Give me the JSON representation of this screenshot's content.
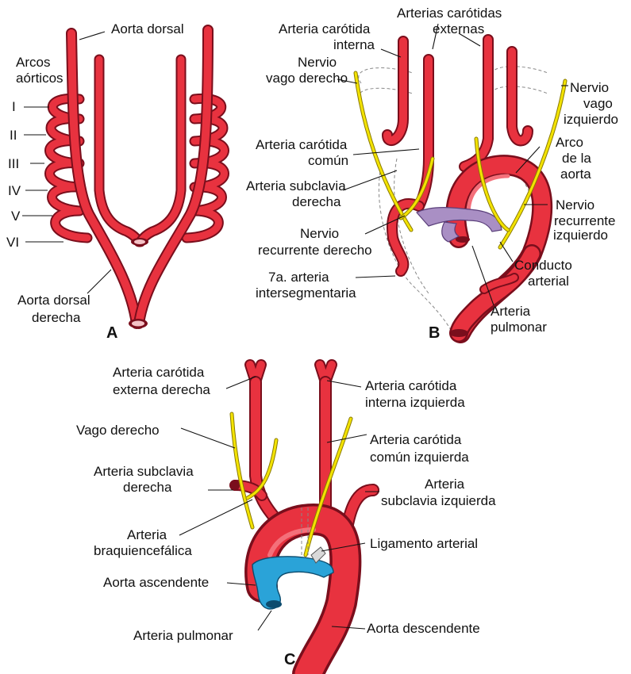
{
  "panel_a": {
    "letter": "A",
    "aorta_dorsal": "Aorta dorsal",
    "arcos_line1": "Arcos",
    "arcos_line2": "aórticos",
    "arch_numerals": [
      "I",
      "II",
      "III",
      "IV",
      "V",
      "VI"
    ],
    "aorta_dorsal_derecha_line1": "Aorta dorsal",
    "aorta_dorsal_derecha_line2": "derecha"
  },
  "panel_b": {
    "letter": "B",
    "carotida_externas_line1": "Arterias carótidas",
    "carotida_externas_line2": "externas",
    "carotida_interna_line1": "Arteria carótida",
    "carotida_interna_line2": "interna",
    "vago_derecho_line1": "Nervio",
    "vago_derecho_line2": "vago derecho",
    "vago_izquierdo_line1": "Nervio",
    "vago_izquierdo_line2": "vago",
    "vago_izquierdo_line3": "izquierdo",
    "carotida_comun_line1": "Arteria carótida",
    "carotida_comun_line2": "común",
    "arco_aorta_line1": "Arco",
    "arco_aorta_line2": "de la",
    "arco_aorta_line3": "aorta",
    "subclavia_derecha_line1": "Arteria subclavia",
    "subclavia_derecha_line2": "derecha",
    "recurrente_izquierdo_line1": "Nervio",
    "recurrente_izquierdo_line2": "recurrente",
    "recurrente_izquierdo_line3": "izquierdo",
    "recurrente_derecho_line1": "Nervio",
    "recurrente_derecho_line2": "recurrente derecho",
    "conducto_line1": "Conducto",
    "conducto_line2": "arterial",
    "intersegmentaria_line1": "7a. arteria",
    "intersegmentaria_line2": "intersegmentaria",
    "pulmonar_line1": "Arteria",
    "pulmonar_line2": "pulmonar"
  },
  "panel_c": {
    "letter": "C",
    "ext_derecha_line1": "Arteria carótida",
    "ext_derecha_line2": "externa derecha",
    "int_izquierda_line1": "Arteria carótida",
    "int_izquierda_line2": "interna izquierda",
    "vago_derecho": "Vago derecho",
    "comun_izquierda_line1": "Arteria carótida",
    "comun_izquierda_line2": "común izquierda",
    "subclavia_derecha_line1": "Arteria subclavia",
    "subclavia_derecha_line2": "derecha",
    "subclavia_izquierda_line1": "Arteria",
    "subclavia_izquierda_line2": "subclavia izquierda",
    "braquio_line1": "Arteria",
    "braquio_line2": "braquiencefálica",
    "ligamento": "Ligamento arterial",
    "aorta_ascendente": "Aorta ascendente",
    "arteria_pulmonar": "Arteria pulmonar",
    "aorta_descendente": "Aorta descendente"
  },
  "colors": {
    "artery": "#e8323f",
    "artery_outline": "#7a0e1c",
    "nerve": "#f3e300",
    "ductus_b": "#a98fc4",
    "pulmonary_c": "#2aa3d8"
  }
}
